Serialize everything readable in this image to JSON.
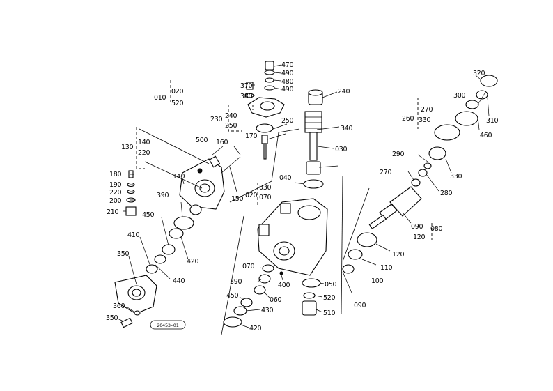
{
  "diagram": {
    "reference_code": "20453-01",
    "callouts": [
      {
        "text": "470"
      },
      {
        "text": "490"
      },
      {
        "text": "480"
      },
      {
        "text": "490"
      },
      {
        "text": "370"
      },
      {
        "text": "380"
      },
      {
        "text": "240"
      },
      {
        "text": "010"
      },
      {
        "text": "020"
      },
      {
        "text": "520"
      },
      {
        "text": "230"
      },
      {
        "text": "240"
      },
      {
        "text": "250"
      },
      {
        "text": "250"
      },
      {
        "text": "170"
      },
      {
        "text": "340"
      },
      {
        "text": "500"
      },
      {
        "text": "160"
      },
      {
        "text": "030"
      },
      {
        "text": "130"
      },
      {
        "text": "140"
      },
      {
        "text": "220"
      },
      {
        "text": "140"
      },
      {
        "text": "180"
      },
      {
        "text": "190"
      },
      {
        "text": "220"
      },
      {
        "text": "200"
      },
      {
        "text": "210"
      },
      {
        "text": "390"
      },
      {
        "text": "150"
      },
      {
        "text": "040"
      },
      {
        "text": "030"
      },
      {
        "text": "020"
      },
      {
        "text": "070"
      },
      {
        "text": "450"
      },
      {
        "text": "410"
      },
      {
        "text": "420"
      },
      {
        "text": "350"
      },
      {
        "text": "440"
      },
      {
        "text": "360"
      },
      {
        "text": "350"
      },
      {
        "text": "070"
      },
      {
        "text": "390"
      },
      {
        "text": "400"
      },
      {
        "text": "060"
      },
      {
        "text": "450"
      },
      {
        "text": "430"
      },
      {
        "text": "420"
      },
      {
        "text": "050"
      },
      {
        "text": "520"
      },
      {
        "text": "510"
      },
      {
        "text": "320"
      },
      {
        "text": "300"
      },
      {
        "text": "310"
      },
      {
        "text": "270"
      },
      {
        "text": "260"
      },
      {
        "text": "330"
      },
      {
        "text": "460"
      },
      {
        "text": "290"
      },
      {
        "text": "330"
      },
      {
        "text": "270"
      },
      {
        "text": "280"
      },
      {
        "text": "090"
      },
      {
        "text": "080"
      },
      {
        "text": "120"
      },
      {
        "text": "120"
      },
      {
        "text": "110"
      },
      {
        "text": "100"
      },
      {
        "text": "090"
      }
    ]
  }
}
